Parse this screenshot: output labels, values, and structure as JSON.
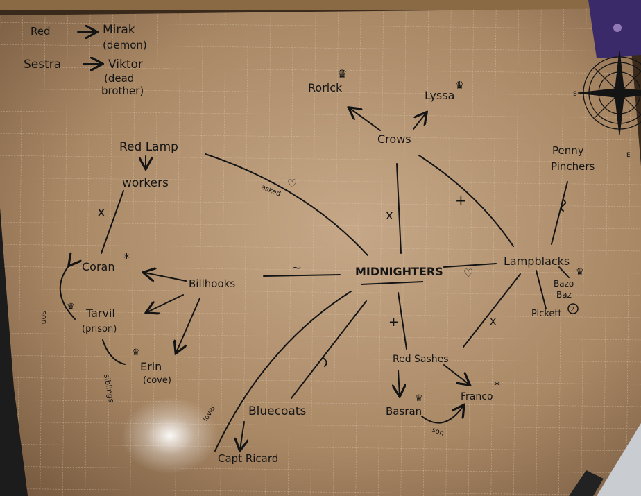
{
  "colors": {
    "paper": "#b89a78",
    "paper_dark": "#8e6f52",
    "ink": "#141414",
    "grid": "#d8c4a8",
    "table": "#3a2a1c"
  },
  "legend": {
    "row1_left": "Red",
    "row1_right_a": "Mirak",
    "row1_right_b": "(demon)",
    "row2_left": "Sestra",
    "row2_right_a": "Viktor",
    "row2_right_b": "(dead",
    "row2_right_c": "brother)"
  },
  "nodes": {
    "rorick": "Rorick",
    "lyssa": "Lyssa",
    "crows": "Crows",
    "red_lamp": "Red Lamp",
    "workers": "workers",
    "penny_pinchers_a": "Penny",
    "penny_pinchers_b": "Pinchers",
    "coran": "Coran",
    "billhooks": "Billhooks",
    "midnighters": "MIDNIGHTERS",
    "lampblacks": "Lampblacks",
    "bazo_a": "Bazo",
    "bazo_b": "Baz",
    "pickett": "Pickett",
    "tarvil_a": "Tarvil",
    "tarvil_b": "(prison)",
    "erin_a": "Erin",
    "erin_b": "(cove)",
    "red_sashes": "Red Sashes",
    "bluecoats": "Bluecoats",
    "basran": "Basran",
    "franco": "Franco",
    "capt_ricard": "Capt Ricard"
  },
  "edge_labels": {
    "asked": "asked",
    "son_left": "son",
    "siblings": "siblings",
    "son_bottom": "son",
    "lover": "lover",
    "tilde": "~",
    "plus": "+",
    "cross": "x",
    "heart": "♡",
    "two": "2",
    "star": "*",
    "crown": "♛"
  }
}
